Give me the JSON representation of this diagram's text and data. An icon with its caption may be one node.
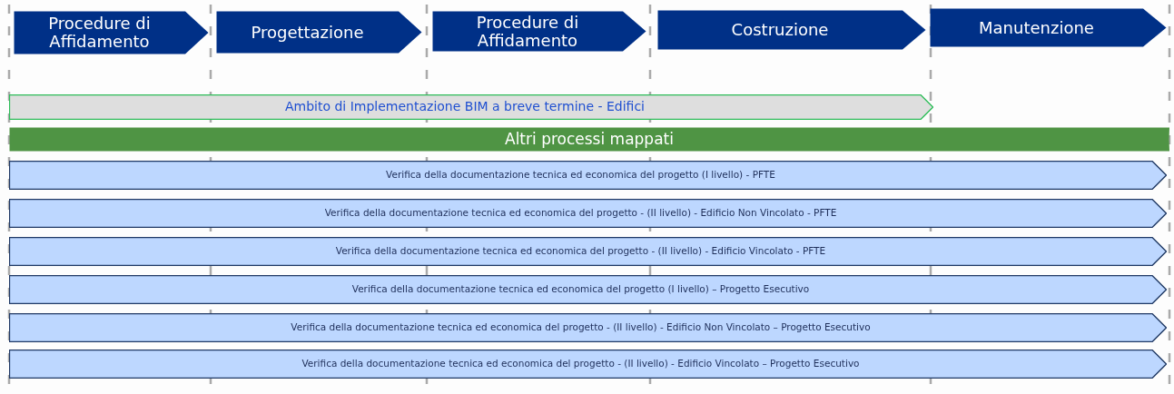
{
  "diagram": {
    "nodes": [
      {
        "text": [
          "Procedure di Affidamento"
        ]
      },
      {
        "text": [
          "Progettazione"
        ]
      },
      {
        "text": [
          "Procedure di Affidamento"
        ]
      },
      {
        "text": [
          "Costruzione"
        ]
      },
      {
        "text": [
          "Manutenzione"
        ]
      },
      {
        "text": [
          "Ambito di Implementazione BIM a breve termine - Edifici"
        ]
      },
      {
        "text": [
          "Altri processi mappati"
        ]
      },
      {
        "text": [
          "Verifica della documentazione tecnica ed economica del progetto (I livello) - PFTE"
        ]
      },
      {
        "text": [
          "Verifica della documentazione tecnica ed economica del progetto - (II livello) - Edificio Non Vincolato - PFTE"
        ]
      },
      {
        "text": [
          "Verifica della documentazione tecnica ed economica del progetto - (II livello) - Edificio Vincolato - PFTE"
        ]
      },
      {
        "text": [
          "Verifica della documentazione tecnica ed economica del progetto (I livello) – Progetto Esecutivo"
        ]
      },
      {
        "text": [
          "Verifica della documentazione tecnica ed economica del progetto - (II livello) - Edificio Non Vincolato – Progetto Esecutivo"
        ]
      },
      {
        "text": [
          "Verifica della documentazione tecnica ed economica del progetto - (II livello) - Edificio Vincolato – Progetto Esecutivo"
        ]
      }
    ],
    "edges": []
  }
}
